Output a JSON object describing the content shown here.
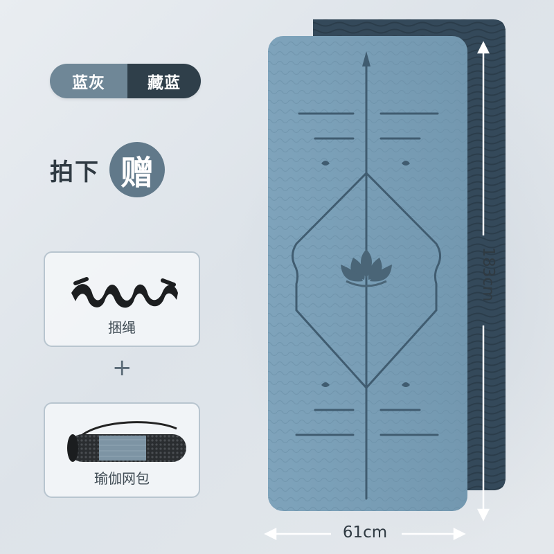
{
  "color_tags": {
    "option_1": "蓝灰",
    "option_2": "藏蓝"
  },
  "gift": {
    "text": "拍下",
    "badge": "赠"
  },
  "gifts": [
    {
      "label": "捆绳",
      "icon": "strap-icon"
    },
    {
      "label": "瑜伽网包",
      "icon": "mesh-bag-icon"
    }
  ],
  "plus": "+",
  "dimensions": {
    "width": "61cm",
    "length": "183cm"
  },
  "colors": {
    "mat_blue_grey": "#789cb4",
    "mat_navy": "#34495a",
    "tag_dark": "#2f3f4a",
    "tag_light": "#6f8797"
  }
}
